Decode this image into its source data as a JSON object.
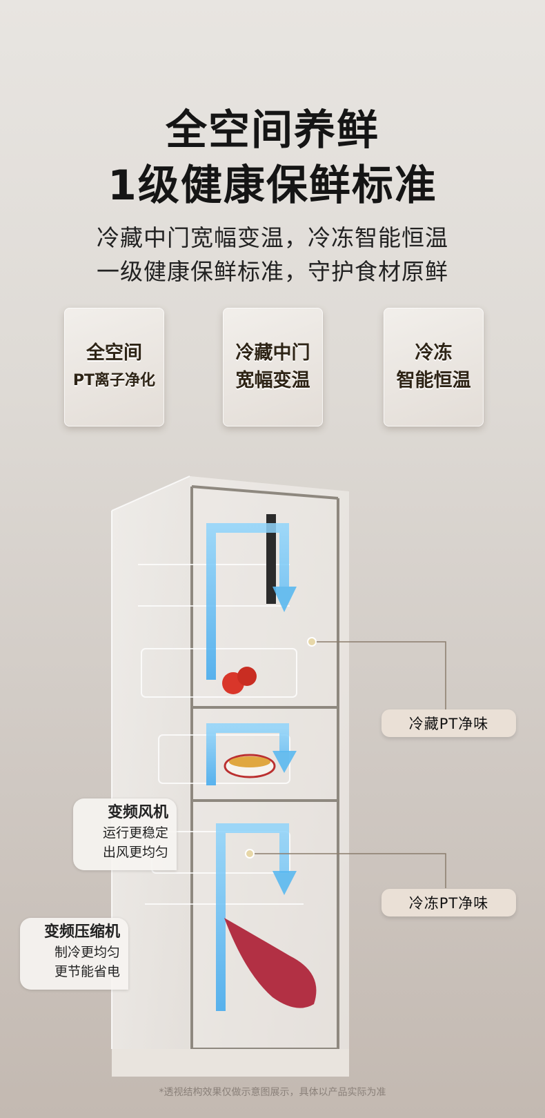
{
  "header": {
    "title_line1": "全空间养鲜",
    "title_line2": "1级健康保鲜标准",
    "subtitle_line1": "冷藏中门宽幅变温，冷冻智能恒温",
    "subtitle_line2": "一级健康保鲜标准，守护食材原鲜"
  },
  "features": [
    {
      "line1": "全空间",
      "line2": "PT离子净化"
    },
    {
      "line1": "冷藏中门",
      "line2": "宽幅变温"
    },
    {
      "line1": "冷冻",
      "line2": "智能恒温"
    }
  ],
  "callouts": {
    "fridge_pt": "冷藏PT净味",
    "freezer_pt": "冷冻PT净味",
    "fan": {
      "title": "变频风机",
      "line1": "运行更稳定",
      "line2": "出风更均匀"
    },
    "compressor": {
      "title": "变频压缩机",
      "line1": "制冷更均匀",
      "line2": "更节能省电"
    }
  },
  "footnote": "*透视结构效果仅做示意图展示，具体以产品实际为准",
  "colors": {
    "airflow": "#5ab8f0",
    "accent_line": "#8a7c6c"
  }
}
